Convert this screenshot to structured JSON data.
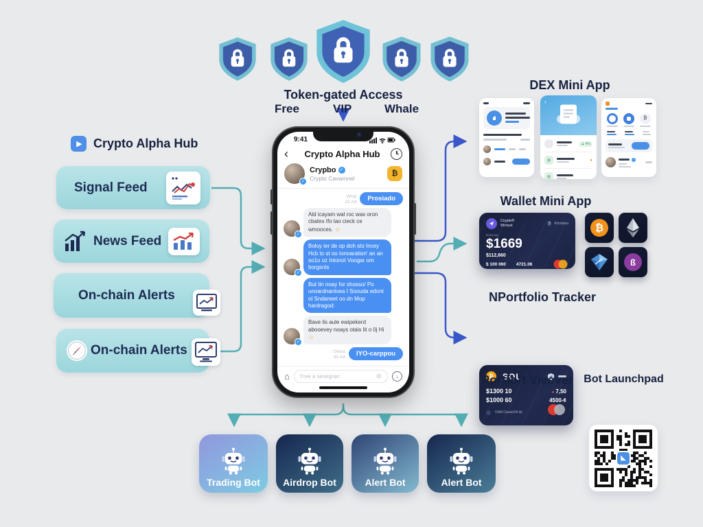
{
  "colors": {
    "background": "#e9eaec",
    "accent_teal": "#53aeb4",
    "accent_blue": "#3a57c9",
    "bubble_blue": "#4a90f2",
    "card_teal": "#a8dde2",
    "navy": "#1d2b52",
    "gold": "#f2b52d",
    "bitcoin_orange": "#f2921d"
  },
  "banner": {
    "title": "Token-gated Access",
    "tiers": [
      "Free",
      "VIP",
      "Whale"
    ]
  },
  "left": {
    "title": "Crypto Alpha Hub",
    "cards": [
      {
        "label": "Signal Feed"
      },
      {
        "label": "News Feed"
      },
      {
        "label": "On-chain Alerts"
      },
      {
        "label": "On-chain Alerts"
      }
    ]
  },
  "phone": {
    "status_time": "9:41",
    "chat_title": "Crypto Alpha Hub",
    "channel": {
      "name": "Crypbo",
      "subtitle": "Crypto Cavamnel",
      "token_button": "₿"
    },
    "messages": [
      {
        "type": "pill-out",
        "text": "Prosiado",
        "meta_top": "Wtsp",
        "meta_time": "22:A4"
      },
      {
        "type": "in",
        "text": "Ald icayam wal roc was oron cbates Ifo lao cieck ce wmooces.",
        "emoji": "☺"
      },
      {
        "type": "out",
        "text": "Boloy ier de op doh sto Incey Hcb to st oo Ionoaration' an an so1o oz Intonot Voogar om borgsnts"
      },
      {
        "type": "out",
        "text": "But tin noay for shosso/ Po unoardnanloea I Soouda edont ol Sndaneet oo dn Mop hardragod:"
      },
      {
        "type": "in",
        "text": "Bave lis aule ewipekerd abooevey noays otais lit o 0j Hi",
        "emoji": "☺"
      },
      {
        "type": "pill-out",
        "text": "IYO-carppou",
        "meta_top": "Otona",
        "meta_time": "32-Ad"
      }
    ],
    "composer_placeholder": "Yree a sesegran"
  },
  "right": {
    "dex_title": "DEX Mini App",
    "wallet_title": "Wallet Mini App",
    "wallet_card": {
      "brand_line1": "Crypto®",
      "brand_line2": "Wrrtsot",
      "badge": "Rrtrdalea",
      "balance_label": "Drwsuog",
      "balance": "$1669",
      "sub1": "$112,660",
      "sub2": "$ 100 060",
      "sub3": "4721.06"
    },
    "portfolio_title": "NPortfolio Tracker",
    "sol_card": {
      "token_symbol": "₿",
      "token": "SOL",
      "v1": "$1300 10",
      "v2": "$1000 60",
      "r1": "7,50",
      "r2": "4500-¢",
      "footer": "OdId CavaoOd dc"
    },
    "portfolio_label": "Portfoft Vieever",
    "launchpad_label": "Bot Launchpad"
  },
  "bots": [
    {
      "label": "Trading Bot"
    },
    {
      "label": "Airdrop Bot"
    },
    {
      "label": "Alert Bot"
    },
    {
      "label": "Alert Bot"
    }
  ]
}
